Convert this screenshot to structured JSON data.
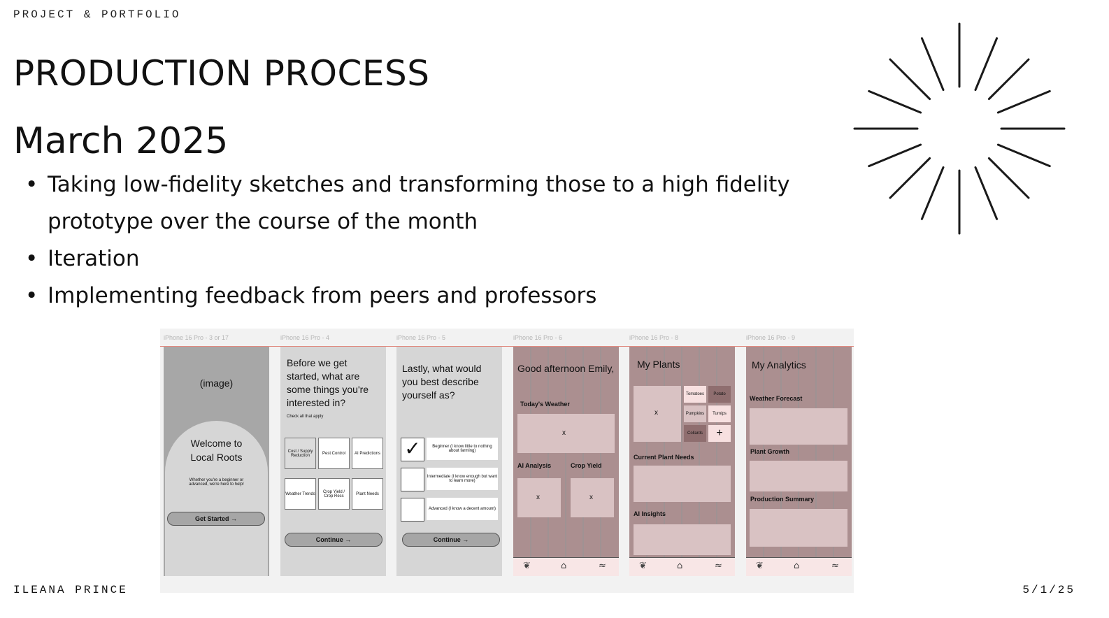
{
  "header": {
    "eyebrow": "PROJECT & PORTFOLIO"
  },
  "slide": {
    "title": "PRODUCTION PROCESS",
    "subtitle": "March 2025",
    "bullets": [
      "Taking low-fidelity sketches and transforming those to a high fidelity prototype over the course of the month",
      "Iteration",
      "Implementing feedback from peers and professors"
    ]
  },
  "footer": {
    "author": "ILEANA PRINCE",
    "date": "5/1/25"
  },
  "prototype": {
    "frame_labels": [
      "iPhone 16 Pro - 3 or 17",
      "iPhone 16 Pro - 4",
      "iPhone 16 Pro - 5",
      "iPhone 16 Pro - 6",
      "iPhone 16 Pro - 8",
      "iPhone 16 Pro - 9"
    ],
    "welcome": {
      "image_placeholder": "(image)",
      "title": "Welcome to Local Roots",
      "body": "Whether you're a beginner or advanced, we're here to help!",
      "button": "Get Started →"
    },
    "interests": {
      "question": "Before we get started, what are some things you're interested in?",
      "hint": "Check all that apply",
      "options": [
        "Cost / Supply Reduction",
        "Pest Control",
        "AI Predictions",
        "Weather Trends",
        "Crop Yield / Crop Recs",
        "Plant Needs"
      ],
      "button": "Continue →"
    },
    "experience": {
      "question": "Lastly, what would you best describe yourself as?",
      "options": [
        "Beginner (I know little to nothing about farming)",
        "Intermediate (I know enough but want to learn more)",
        "Advanced (I know a decent amount)"
      ],
      "button": "Continue →",
      "checked_mark": "✓"
    },
    "home": {
      "greeting": "Good afternoon Emily,",
      "weather": "Today's Weather",
      "ai_analysis": "AI Analysis",
      "crop_yield": "Crop Yield",
      "placeholder_mark": "x"
    },
    "plants": {
      "title": "My Plants",
      "placeholder_mark": "x",
      "tiles": [
        "Tomatoes",
        "Potato",
        "Pumpkins",
        "Turnips",
        "Collards"
      ],
      "add": "+",
      "needs": "Current Plant Needs",
      "insights": "AI Insights"
    },
    "analytics": {
      "title": "My Analytics",
      "forecast": "Weather Forecast",
      "growth": "Plant Growth",
      "summary": "Production Summary"
    },
    "nav_icons": [
      "plant-icon",
      "home-icon",
      "analytics-icon"
    ],
    "nav_glyphs": [
      "❦",
      "⌂",
      "≈"
    ]
  },
  "colors": {
    "accent_line": "#e08a80",
    "mauve": "#ab8f90",
    "card": "#d9c2c3",
    "nav": "#f8e6e6"
  }
}
